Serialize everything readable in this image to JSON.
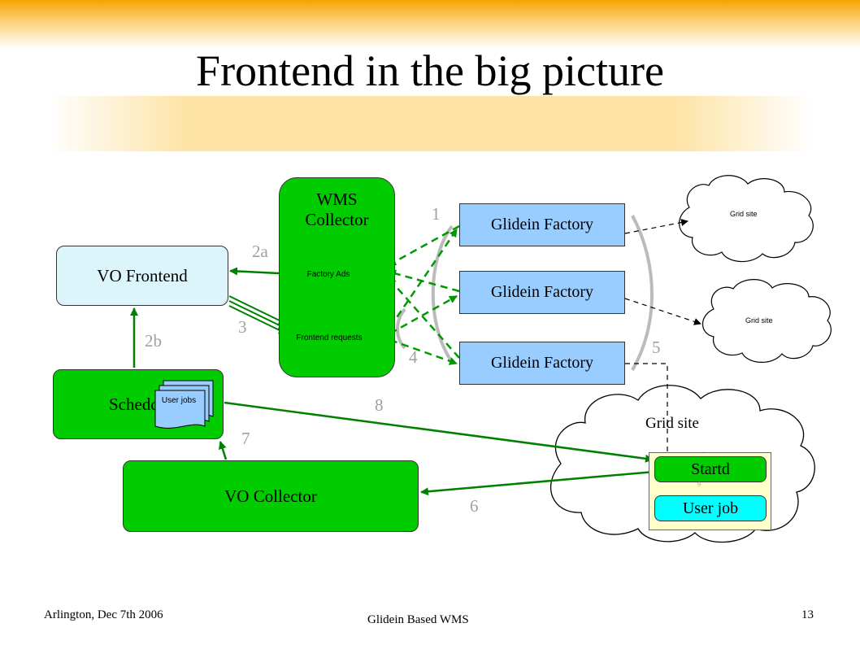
{
  "title": "Frontend in the big picture",
  "nodes": {
    "vo_frontend": "VO Frontend",
    "schedd": "Schedd",
    "vo_collector": "VO Collector",
    "wms_collector": "WMS Collector",
    "factory_ads": "Factory Ads",
    "frontend_requests": "Frontend requests",
    "user_jobs": "User jobs",
    "glidein_factories": [
      "Glidein Factory",
      "Glidein Factory",
      "Glidein Factory"
    ],
    "grid_site_main": "Grid site",
    "grid_site_small": [
      "Grid site",
      "Grid site"
    ],
    "startd": "Startd",
    "user_job": "User job"
  },
  "steps": [
    "1",
    "2a",
    "2b",
    "3",
    "4",
    "5",
    "6",
    "7",
    "8",
    "9"
  ],
  "footer": {
    "left": "Arlington, Dec 7th 2006",
    "center": "Glidein Based WMS",
    "page": "13"
  },
  "colors": {
    "green_box": "#00cc00",
    "blue_box": "#99ccff",
    "arrow_green": "#008000",
    "arrow_dashed": "#009900"
  }
}
